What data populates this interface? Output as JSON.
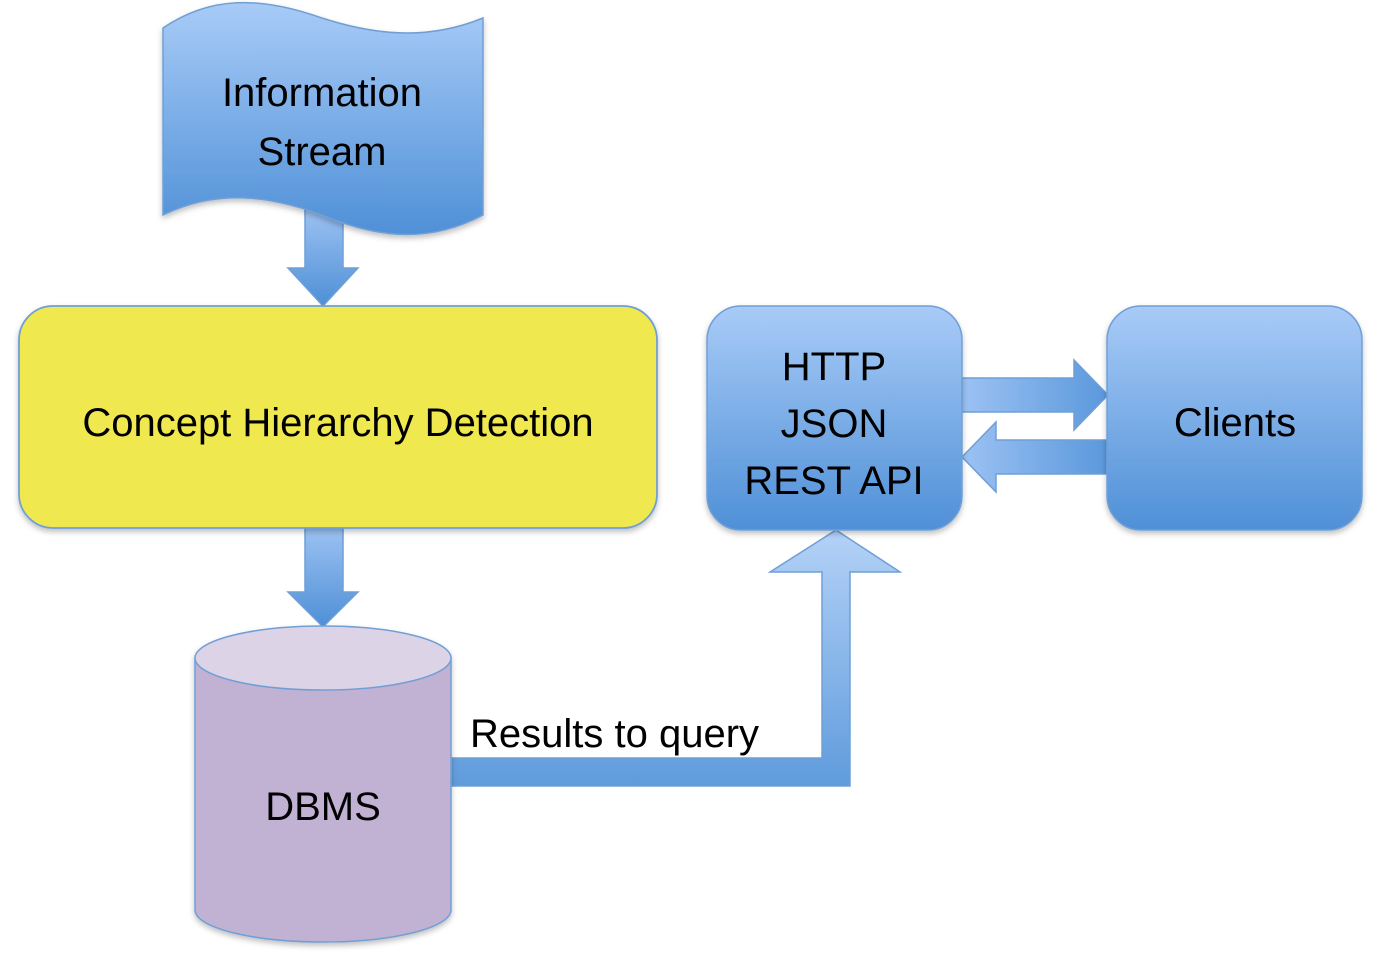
{
  "nodes": {
    "information_stream": {
      "line1": "Information",
      "line2": "Stream"
    },
    "concept_detection": {
      "label": "Concept Hierarchy Detection"
    },
    "http_api": {
      "line1": "HTTP",
      "line2": "JSON",
      "line3": "REST API"
    },
    "clients": {
      "label": "Clients"
    },
    "dbms": {
      "label": "DBMS"
    }
  },
  "edges": {
    "results_label": "Results to query"
  },
  "colors": {
    "blue_light": "#a6c8f6",
    "blue_dark": "#4e8fd6",
    "yellow": "#efe84f",
    "purple_fill": "#c1b1d3",
    "purple_top": "#ddd3e6",
    "outline_blue": "#6f9fd6",
    "outline_purple": "#8e7aa8"
  }
}
